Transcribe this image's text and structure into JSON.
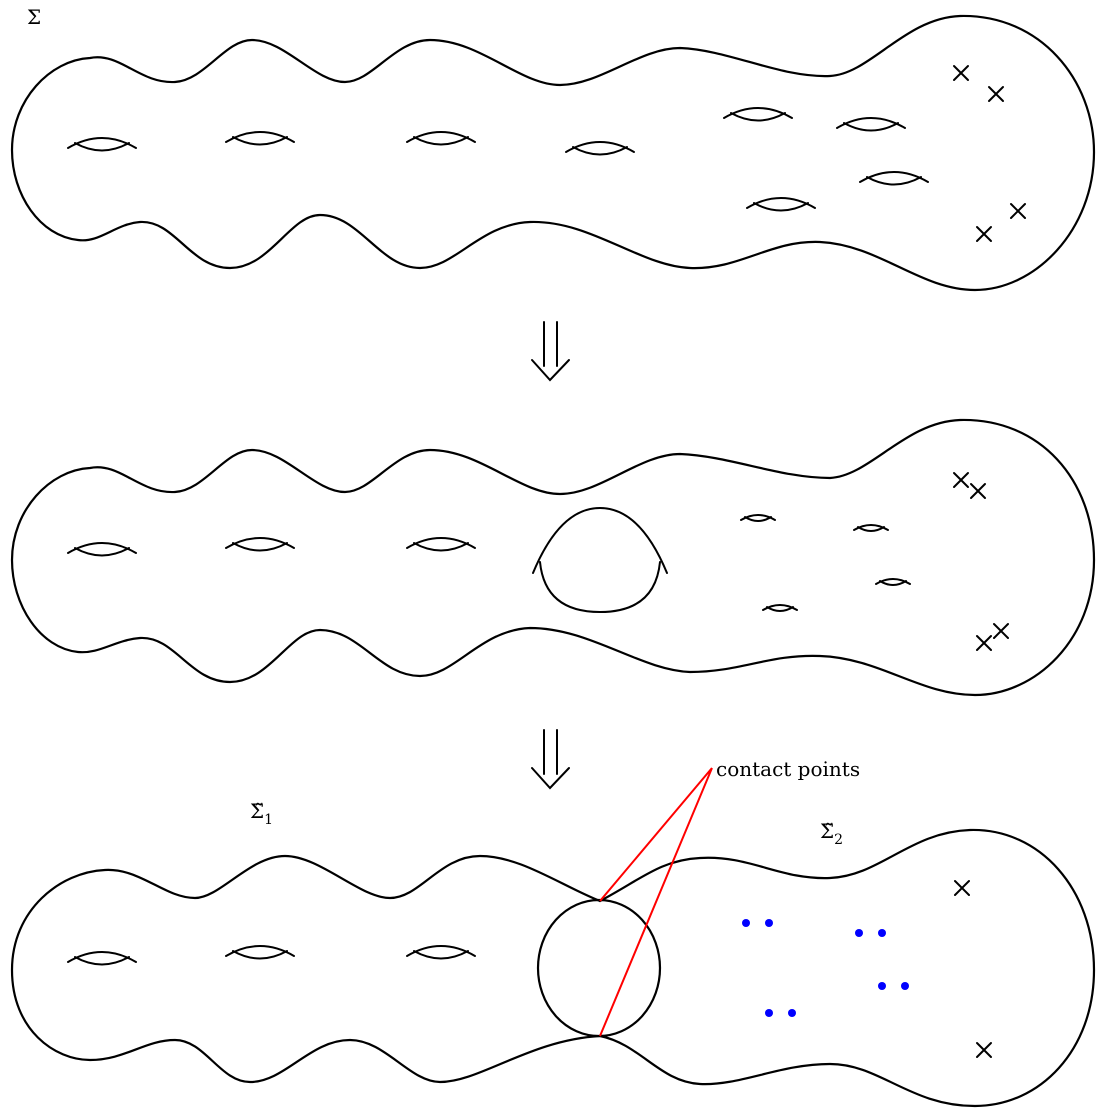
{
  "labels": {
    "sigma": "Σ",
    "sigma_tilde_1": "Σ̃",
    "sigma_tilde_1_sub": "1",
    "sigma_tilde_2": "Σ̃",
    "sigma_tilde_2_sub": "2",
    "contact_points": "contact points"
  },
  "colors": {
    "outline": "#000000",
    "contact_line": "#ff0000",
    "dot": "#0000ff"
  },
  "icons": {
    "arrow": "double-down-arrow",
    "marked_point": "cross-marker",
    "handle": "genus-handle"
  }
}
